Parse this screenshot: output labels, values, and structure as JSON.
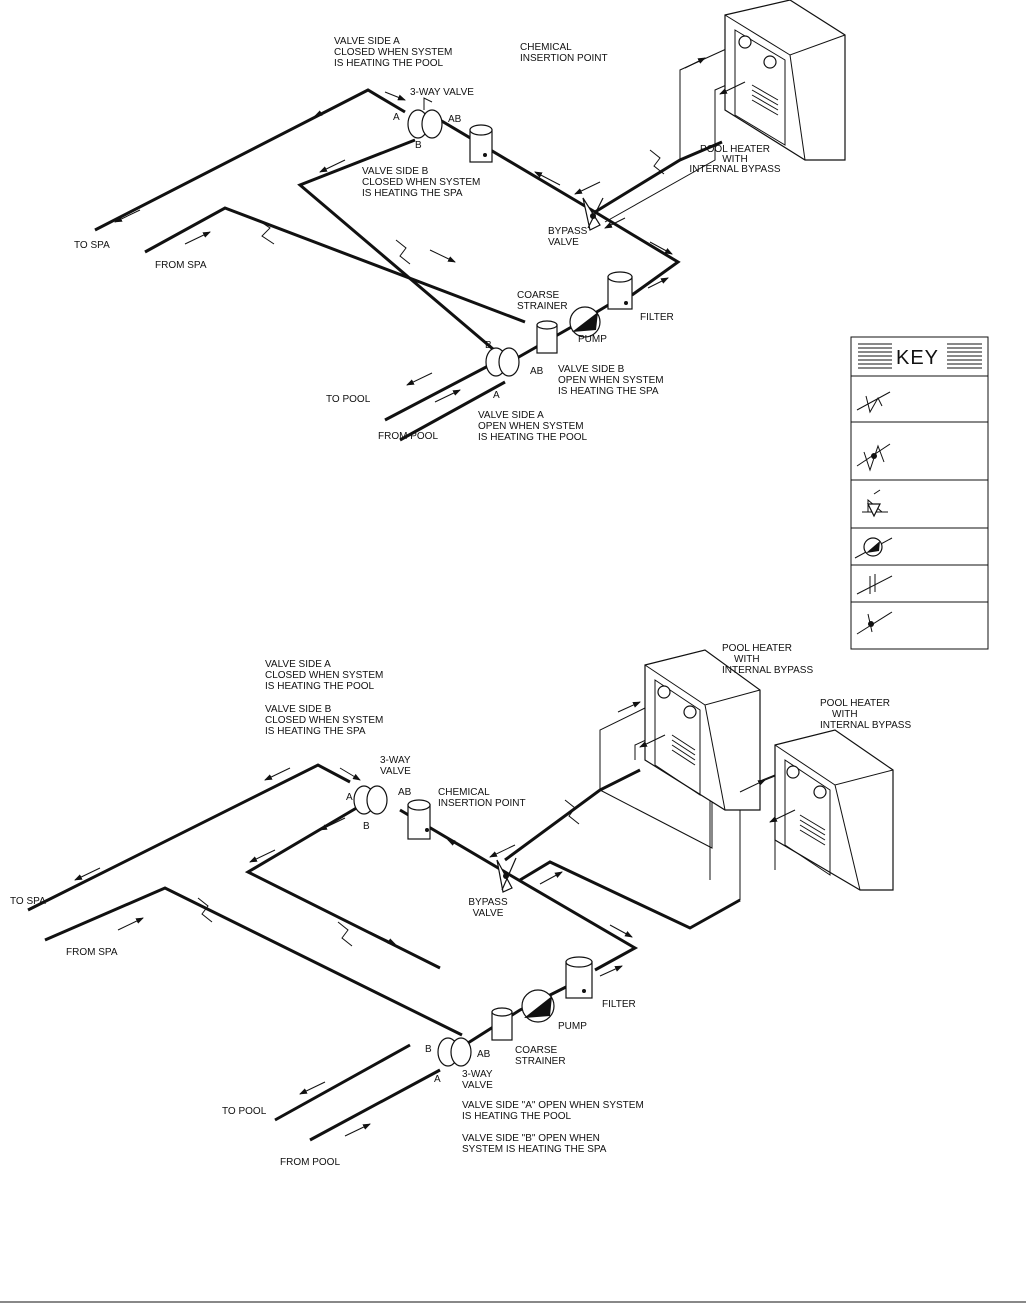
{
  "top": {
    "valve_side_a": [
      "VALVE SIDE A",
      "CLOSED WHEN SYSTEM",
      "IS HEATING THE POOL"
    ],
    "chemical_insertion": [
      "CHEMICAL",
      "INSERTION POINT"
    ],
    "three_way_valve": "3-WAY VALVE",
    "valve_port_a": "A",
    "valve_port_ab": "AB",
    "valve_port_b": "B",
    "pool_heater": [
      "POOL HEATER",
      "WITH",
      "INTERNAL BYPASS"
    ],
    "valve_side_b": [
      "VALVE SIDE B",
      "CLOSED WHEN SYSTEM",
      "IS HEATING THE SPA"
    ],
    "bypass_valve": [
      "BYPASS",
      "VALVE"
    ],
    "to_spa": "TO SPA",
    "from_spa": "FROM SPA",
    "coarse_strainer": [
      "COARSE",
      "STRAINER"
    ],
    "filter": "FILTER",
    "pump": "PUMP",
    "lower_port_b": "B",
    "lower_port_ab": "AB",
    "lower_port_a": "A",
    "valve_side_b_open": [
      "VALVE SIDE B",
      "OPEN WHEN SYSTEM",
      "IS HEATING THE SPA"
    ],
    "to_pool": "TO POOL",
    "valve_side_a_open": [
      "VALVE SIDE A",
      "OPEN WHEN SYSTEM",
      "IS HEATING THE POOL"
    ],
    "from_pool": "FROM POOL"
  },
  "key": {
    "title": "KEY"
  },
  "bottom": {
    "valve_side_a": [
      "VALVE SIDE A",
      "CLOSED WHEN SYSTEM",
      "IS HEATING THE POOL"
    ],
    "valve_side_b": [
      "VALVE SIDE B",
      "CLOSED WHEN SYSTEM",
      "IS HEATING THE SPA"
    ],
    "pool_heater_1": [
      "POOL HEATER",
      "WITH",
      "INTERNAL BYPASS"
    ],
    "pool_heater_2": [
      "POOL HEATER",
      "WITH",
      "INTERNAL BYPASS"
    ],
    "three_way_valve": [
      "3-WAY",
      "VALVE"
    ],
    "valve_port_a": "A",
    "valve_port_ab": "AB",
    "valve_port_b": "B",
    "chemical_insertion": [
      "CHEMICAL",
      "INSERTION POINT"
    ],
    "to_spa": "TO SPA",
    "from_spa": "FROM SPA",
    "bypass_valve": [
      "BYPASS",
      "VALVE"
    ],
    "filter": "FILTER",
    "pump": "PUMP",
    "lower_port_b": "B",
    "lower_port_ab": "AB",
    "lower_port_a": "A",
    "coarse_strainer": [
      "COARSE",
      "STRAINER"
    ],
    "lower_three_way": [
      "3-WAY",
      "VALVE"
    ],
    "to_pool": "TO POOL",
    "valve_a_open": [
      "VALVE SIDE \"A\" OPEN WHEN SYSTEM",
      "IS HEATING THE POOL"
    ],
    "valve_b_open": [
      "VALVE SIDE \"B\" OPEN WHEN",
      "SYSTEM IS HEATING THE SPA"
    ],
    "from_pool": "FROM POOL"
  }
}
